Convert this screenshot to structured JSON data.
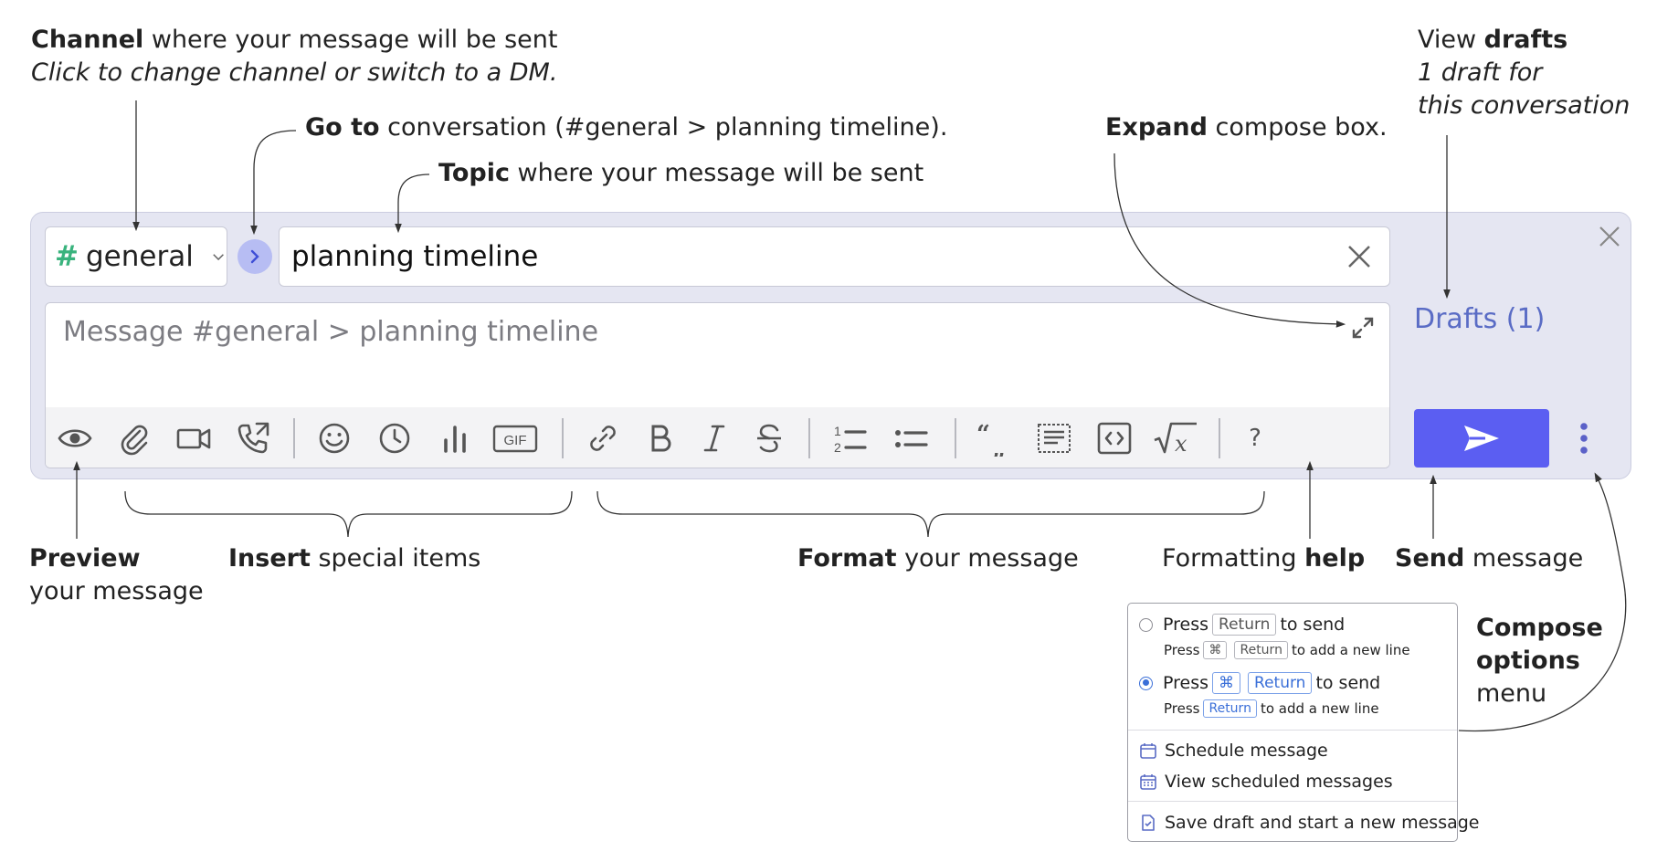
{
  "compose": {
    "channel": {
      "hash": "#",
      "name": "general"
    },
    "topic": {
      "value": "planning timeline"
    },
    "message": {
      "placeholder": "Message #general > planning timeline"
    },
    "drafts_label": "Drafts (1)",
    "toolbar": {
      "preview": "eye-icon",
      "insert": [
        "paperclip-icon",
        "video-icon",
        "phone-icon",
        "smiley-icon",
        "clock-icon",
        "poll-icon",
        "gif-icon"
      ],
      "gif_label": "GIF",
      "format": [
        "link-icon",
        "bold-icon",
        "italic-icon",
        "strikethrough-icon",
        "numbered-list-icon",
        "bullet-list-icon",
        "quote-icon",
        "spoiler-icon",
        "code-icon",
        "math-icon"
      ],
      "help_label": "?"
    },
    "send_color": "#5b5ef2"
  },
  "annotations": {
    "channel": {
      "bold": "Channel",
      "rest": " where your message will be sent",
      "line2": "Click to change channel or switch to a DM."
    },
    "goto": {
      "bold": "Go to",
      "rest": " conversation (#general > planning timeline)."
    },
    "topic": {
      "bold": "Topic",
      "rest": " where your message will be sent"
    },
    "expand": {
      "bold": "Expand",
      "rest": " compose box."
    },
    "drafts": {
      "pre": "View ",
      "bold": "drafts",
      "line2": "1 draft for",
      "line3": "this conversation"
    },
    "preview": {
      "bold": "Preview",
      "line2": "your message"
    },
    "insert": {
      "bold": "Insert",
      "rest": " special items"
    },
    "format": {
      "bold": "Format",
      "rest": " your message"
    },
    "help": {
      "pre": "Formatting ",
      "bold": "help"
    },
    "send": {
      "bold": "Send",
      "rest": " message"
    },
    "options": {
      "line1": "Compose",
      "line2": "options",
      "line3": "menu"
    }
  },
  "menu": {
    "press": "Press",
    "return": "Return",
    "cmd": "⌘",
    "to_send": "to send",
    "to_add_line": "to add a new line",
    "items": [
      "Schedule message",
      "View scheduled messages",
      "Save draft and start a new message"
    ]
  }
}
